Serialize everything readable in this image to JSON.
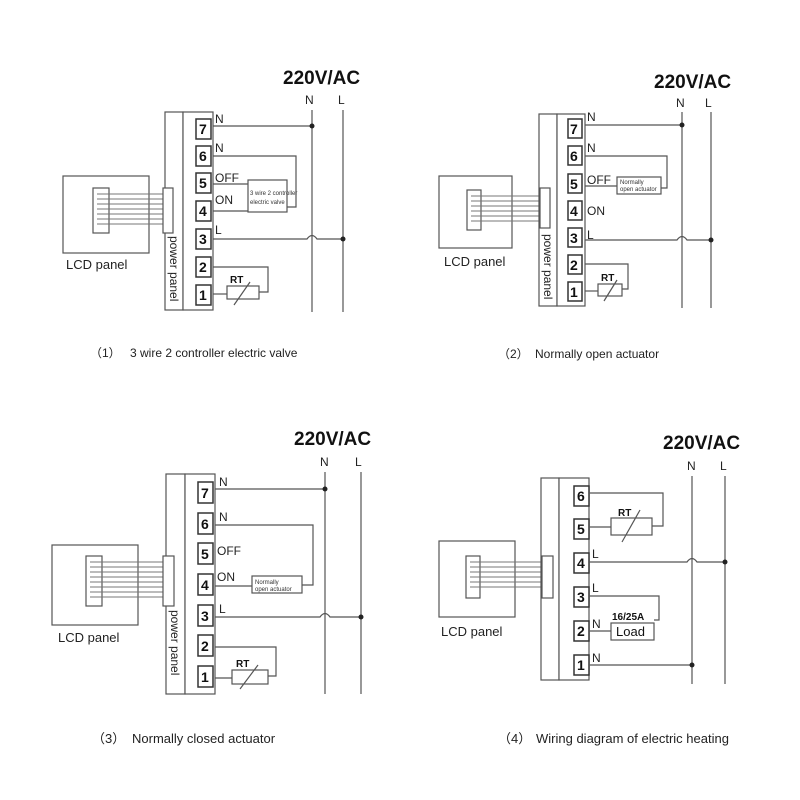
{
  "supply_label": "220V/AC",
  "n_label": "N",
  "l_label": "L",
  "lcd_panel": "LCD panel",
  "power_panel": "power panel",
  "terminals": [
    "1",
    "2",
    "3",
    "4",
    "5",
    "6",
    "7"
  ],
  "wire_n": "N",
  "wire_l": "L",
  "off": "OFF",
  "on": "ON",
  "rt": "RT",
  "d1": {
    "valve_line1": "3 wire 2 controller",
    "valve_line2": "electric valve",
    "caption_num": "（1）",
    "caption": "3 wire 2 controller electric valve"
  },
  "d2": {
    "act_line1": "Normally",
    "act_line2": "open actuator",
    "caption_num": "（2）",
    "caption": "Normally open actuator"
  },
  "d3": {
    "act_line1": "Normally",
    "act_line2": "open actuator",
    "caption_num": "（3）",
    "caption": "Normally closed actuator"
  },
  "d4": {
    "amp": "16/25A",
    "load": "Load",
    "caption_num": "（4）",
    "caption": "Wiring diagram of electric heating"
  },
  "colors": {
    "wire": "#555555",
    "text": "#222222",
    "background": "#ffffff"
  }
}
